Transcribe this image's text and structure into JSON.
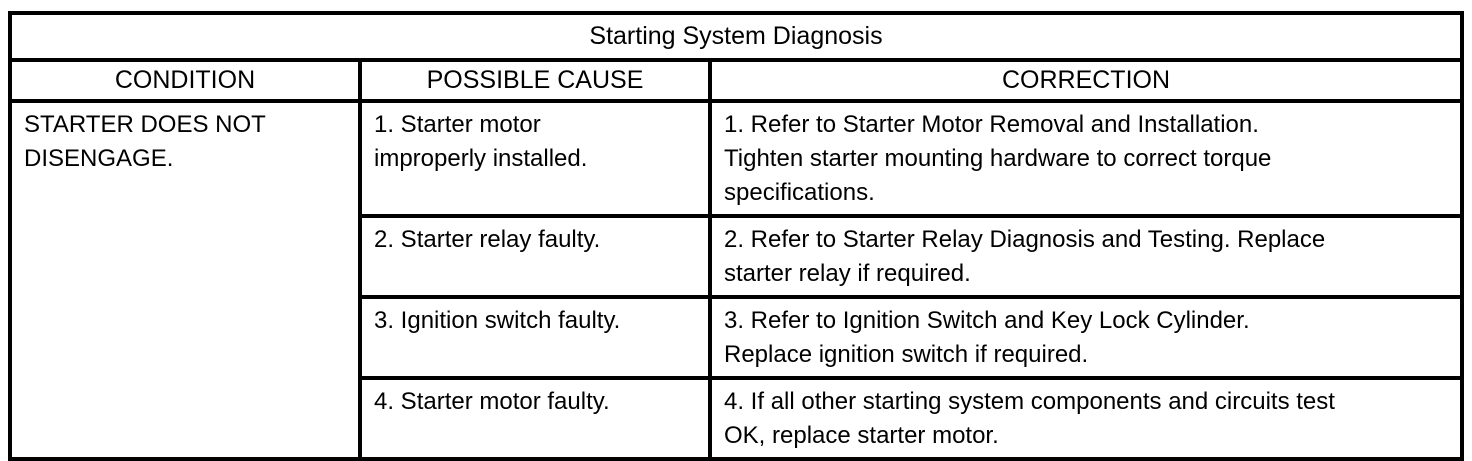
{
  "table": {
    "title": "Starting System Diagnosis",
    "headers": [
      "CONDITION",
      "POSSIBLE CAUSE",
      "CORRECTION"
    ],
    "condition": "STARTER DOES NOT\nDISENGAGE.",
    "rows": [
      {
        "cause": "1. Starter motor\nimproperly installed.",
        "correction": "1. Refer to Starter Motor Removal and Installation.\nTighten starter mounting hardware to correct torque\nspecifications."
      },
      {
        "cause": "2. Starter relay faulty.",
        "correction": "2. Refer to Starter Relay Diagnosis and Testing. Replace\nstarter relay if required."
      },
      {
        "cause": "3. Ignition switch faulty.",
        "correction": "3. Refer to Ignition Switch and Key Lock Cylinder.\nReplace ignition switch if required."
      },
      {
        "cause": "4. Starter motor faulty.",
        "correction": "4. If all other starting system components and circuits test\nOK, replace starter motor."
      }
    ]
  }
}
